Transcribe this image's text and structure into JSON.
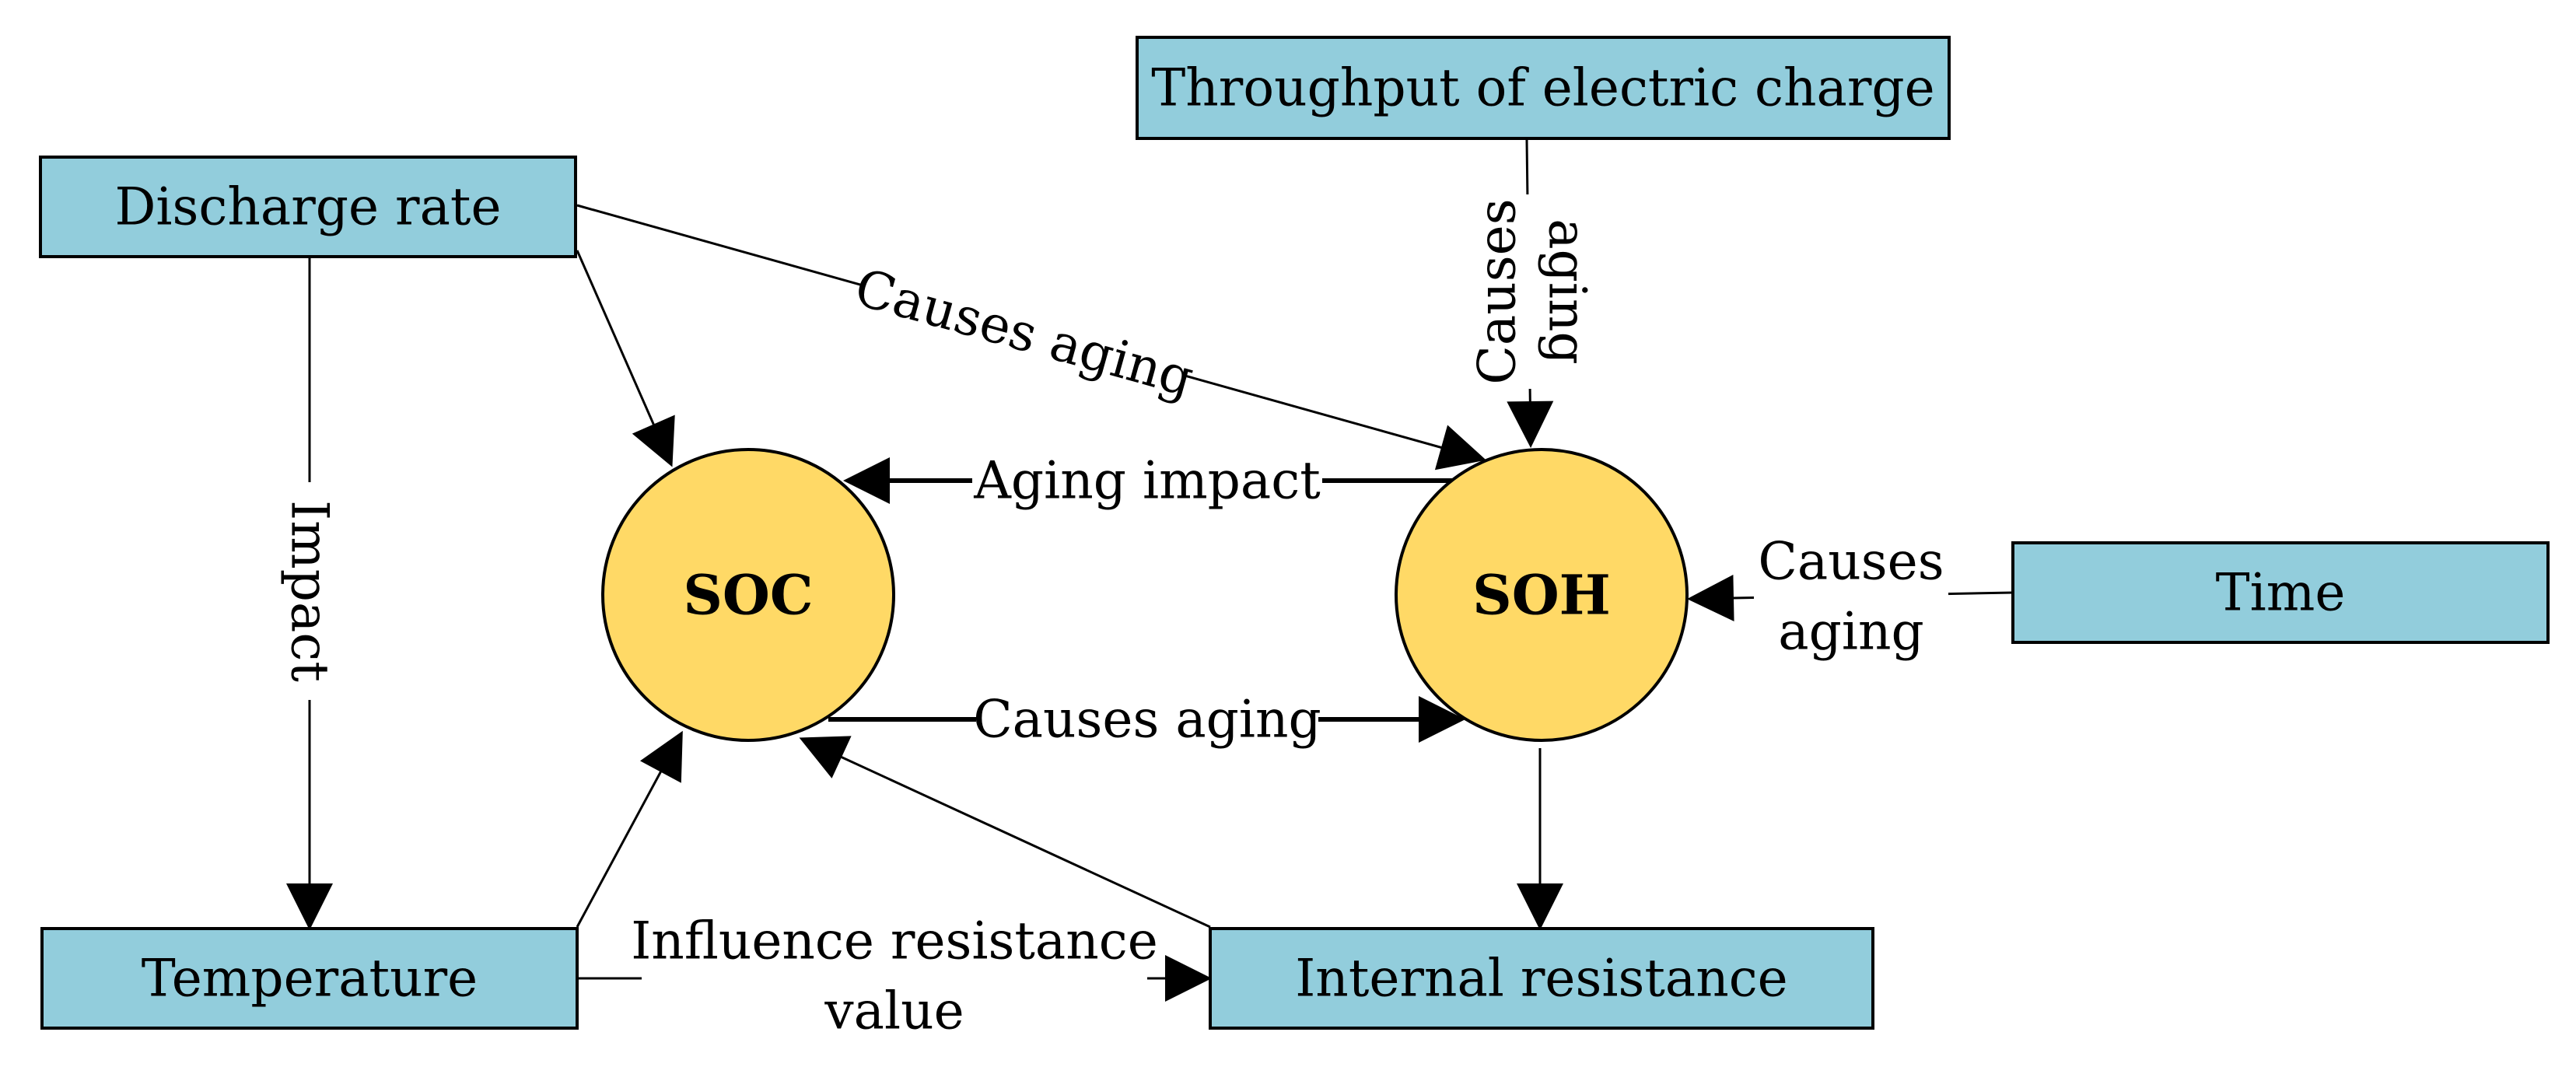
{
  "diagram": {
    "nodes": {
      "discharge_rate": "Discharge rate",
      "throughput": "Throughput of electric charge",
      "time": "Time",
      "temperature": "Temperature",
      "internal_resistance": "Internal resistance",
      "soc": "SOC",
      "soh": "SOH"
    },
    "edge_labels": {
      "discharge_to_soh": "Causes aging",
      "throughput_to_soh_line1": "Causes",
      "throughput_to_soh_line2": "aging",
      "time_to_soh_line1": "Causes",
      "time_to_soh_line2": "aging",
      "soh_to_soc": "Aging impact",
      "soc_to_soh": "Causes aging",
      "discharge_to_temperature": "Impact",
      "temperature_to_resistance_line1": "Influence resistance",
      "temperature_to_resistance_line2": "value"
    }
  },
  "colors": {
    "box_fill": "#92cddc",
    "circle_fill": "#ffd966",
    "stroke": "#000000"
  }
}
